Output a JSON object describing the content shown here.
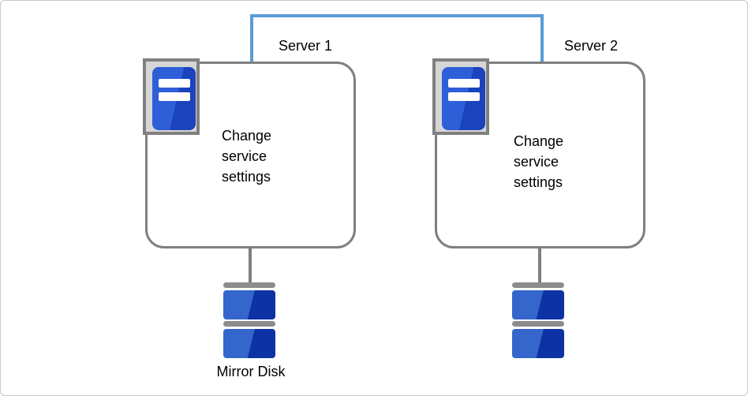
{
  "diagram": {
    "type": "cluster-mirror-disk-diagram",
    "connection": {
      "description": "network link between servers",
      "color": "#5b9bd5"
    },
    "servers": [
      {
        "label": "Server 1",
        "action_lines": [
          "Change",
          "service",
          "settings"
        ],
        "disk_label": "Mirror Disk"
      },
      {
        "label": "Server 2",
        "action_lines": [
          "Change",
          "service",
          "settings"
        ]
      }
    ],
    "colors": {
      "connector_blue": "#5b9bd5",
      "box_border_gray": "#7f7f7f",
      "icon_panel_fill": "#d6d6d6",
      "icon_panel_border": "#808080",
      "server_icon_blue_light": "#2e5fd9",
      "server_icon_blue_dark": "#1b43bb",
      "disk_blue_light": "#3466cb",
      "disk_blue_dark": "#0d32a3",
      "disk_cap_gray": "#8c8c8c",
      "text": "#000000"
    }
  }
}
